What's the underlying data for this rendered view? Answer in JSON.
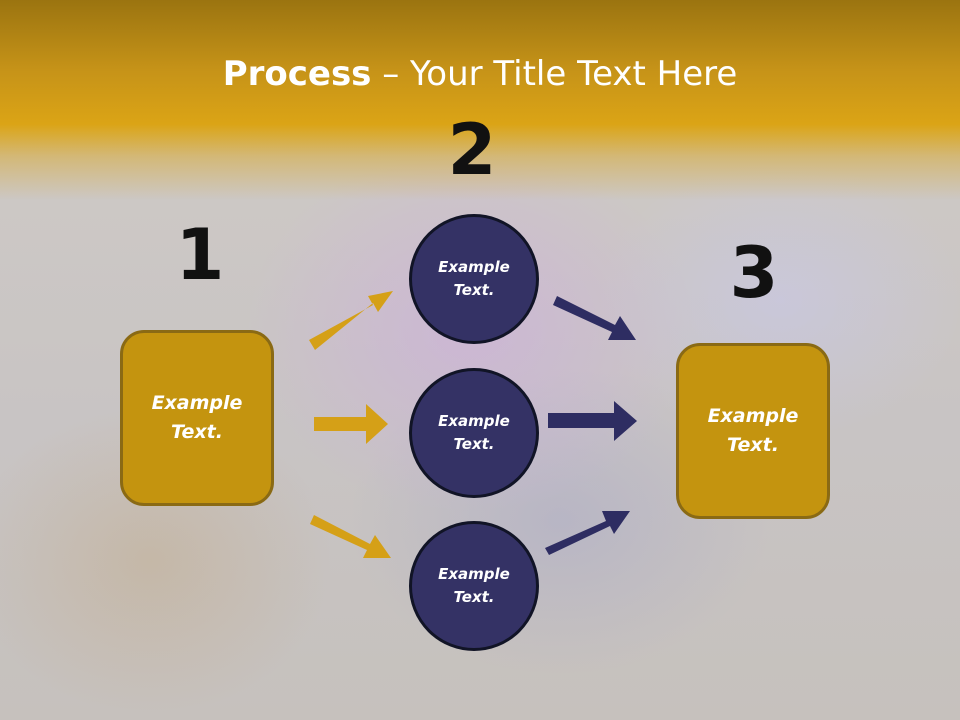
{
  "slide": {
    "title_bold": "Process",
    "title_rest": " – Your Title Text Here"
  },
  "steps": {
    "num1": "1",
    "num2": "2",
    "num3": "3"
  },
  "nodes": {
    "left_box": "Example\nText.",
    "circle_top": "Example\nText.",
    "circle_middle": "Example\nText.",
    "circle_bottom": "Example\nText.",
    "right_box": "Example\nText."
  },
  "colors": {
    "gold": "#c4940f",
    "gold_arrow": "#d5a017",
    "navy": "#343265",
    "navy_arrow": "#2e2d62",
    "header": "#dba416"
  }
}
